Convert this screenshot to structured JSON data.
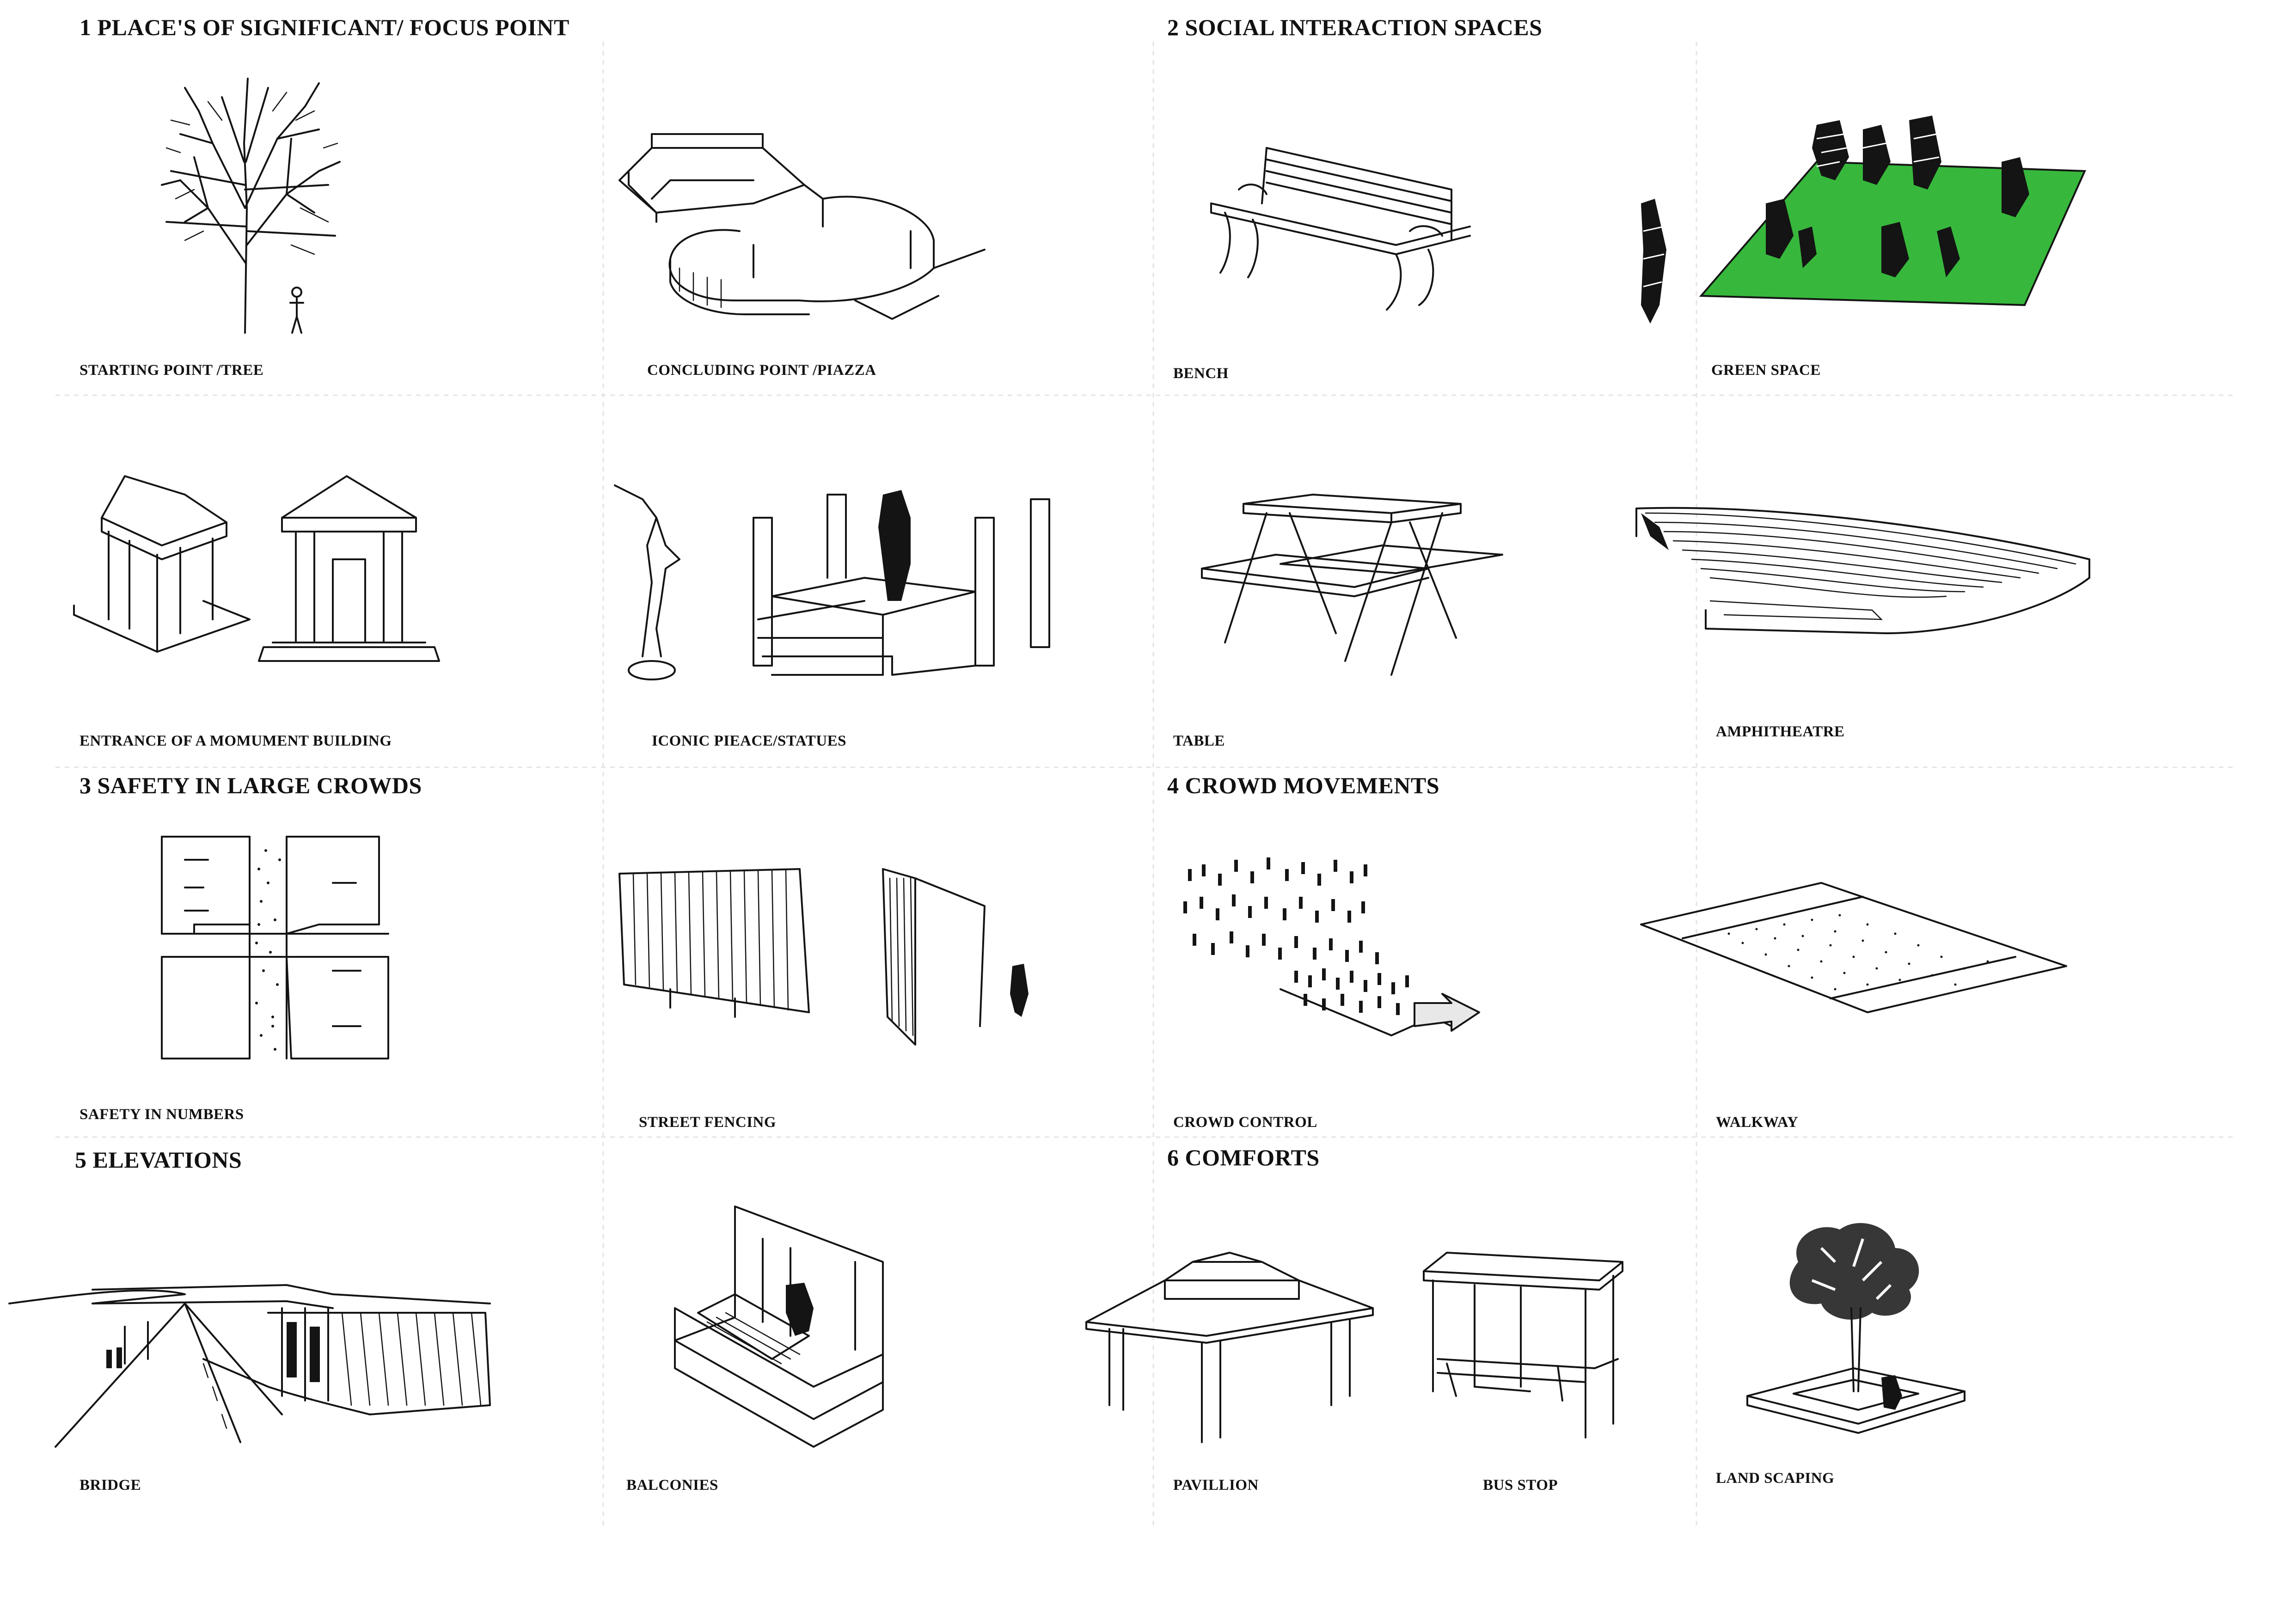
{
  "colors": {
    "ink": "#141414",
    "grass": "#37b83c",
    "grid": "#e4e4e4",
    "background": "#ffffff"
  },
  "sections": [
    {
      "heading": "1 PLACE'S OF SIGNIFICANT/ FOCUS POINT"
    },
    {
      "heading": "2 SOCIAL INTERACTION SPACES"
    },
    {
      "heading": "3 SAFETY IN LARGE CROWDS"
    },
    {
      "heading": "4 CROWD MOVEMENTS"
    },
    {
      "heading": "5 ELEVATIONS"
    },
    {
      "heading": "6 COMFORTS"
    }
  ],
  "items": [
    {
      "label": "STARTING POINT /TREE",
      "icon": "tree-sketch"
    },
    {
      "label": "CONCLUDING POINT /PIAZZA",
      "icon": "piazza-sketch"
    },
    {
      "label": "BENCH",
      "icon": "bench-sketch"
    },
    {
      "label": "GREEN SPACE",
      "icon": "green-space-sketch"
    },
    {
      "label": "ENTRANCE OF A MOMUMENT BUILDING",
      "icon": "monument-entrance-sketch"
    },
    {
      "label": "ICONIC PIEACE/STATUES",
      "icon": "statue-stage-sketch"
    },
    {
      "label": "TABLE",
      "icon": "picnic-table-sketch"
    },
    {
      "label": "AMPHITHEATRE",
      "icon": "amphitheatre-sketch"
    },
    {
      "label": "SAFETY IN NUMBERS",
      "icon": "buildings-plan-sketch"
    },
    {
      "label": "STREET FENCING",
      "icon": "street-fence-sketch"
    },
    {
      "label": "CROWD CONTROL",
      "icon": "crowd-sketch"
    },
    {
      "label": "WALKWAY",
      "icon": "walkway-sketch"
    },
    {
      "label": "BRIDGE",
      "icon": "bridge-sketch"
    },
    {
      "label": "BALCONIES",
      "icon": "balcony-sketch"
    },
    {
      "label": "PAVILLION",
      "icon": "pavilion-sketch"
    },
    {
      "label": "BUS STOP",
      "icon": "bus-stop-sketch"
    },
    {
      "label": "LAND SCAPING",
      "icon": "landscaping-sketch"
    }
  ]
}
